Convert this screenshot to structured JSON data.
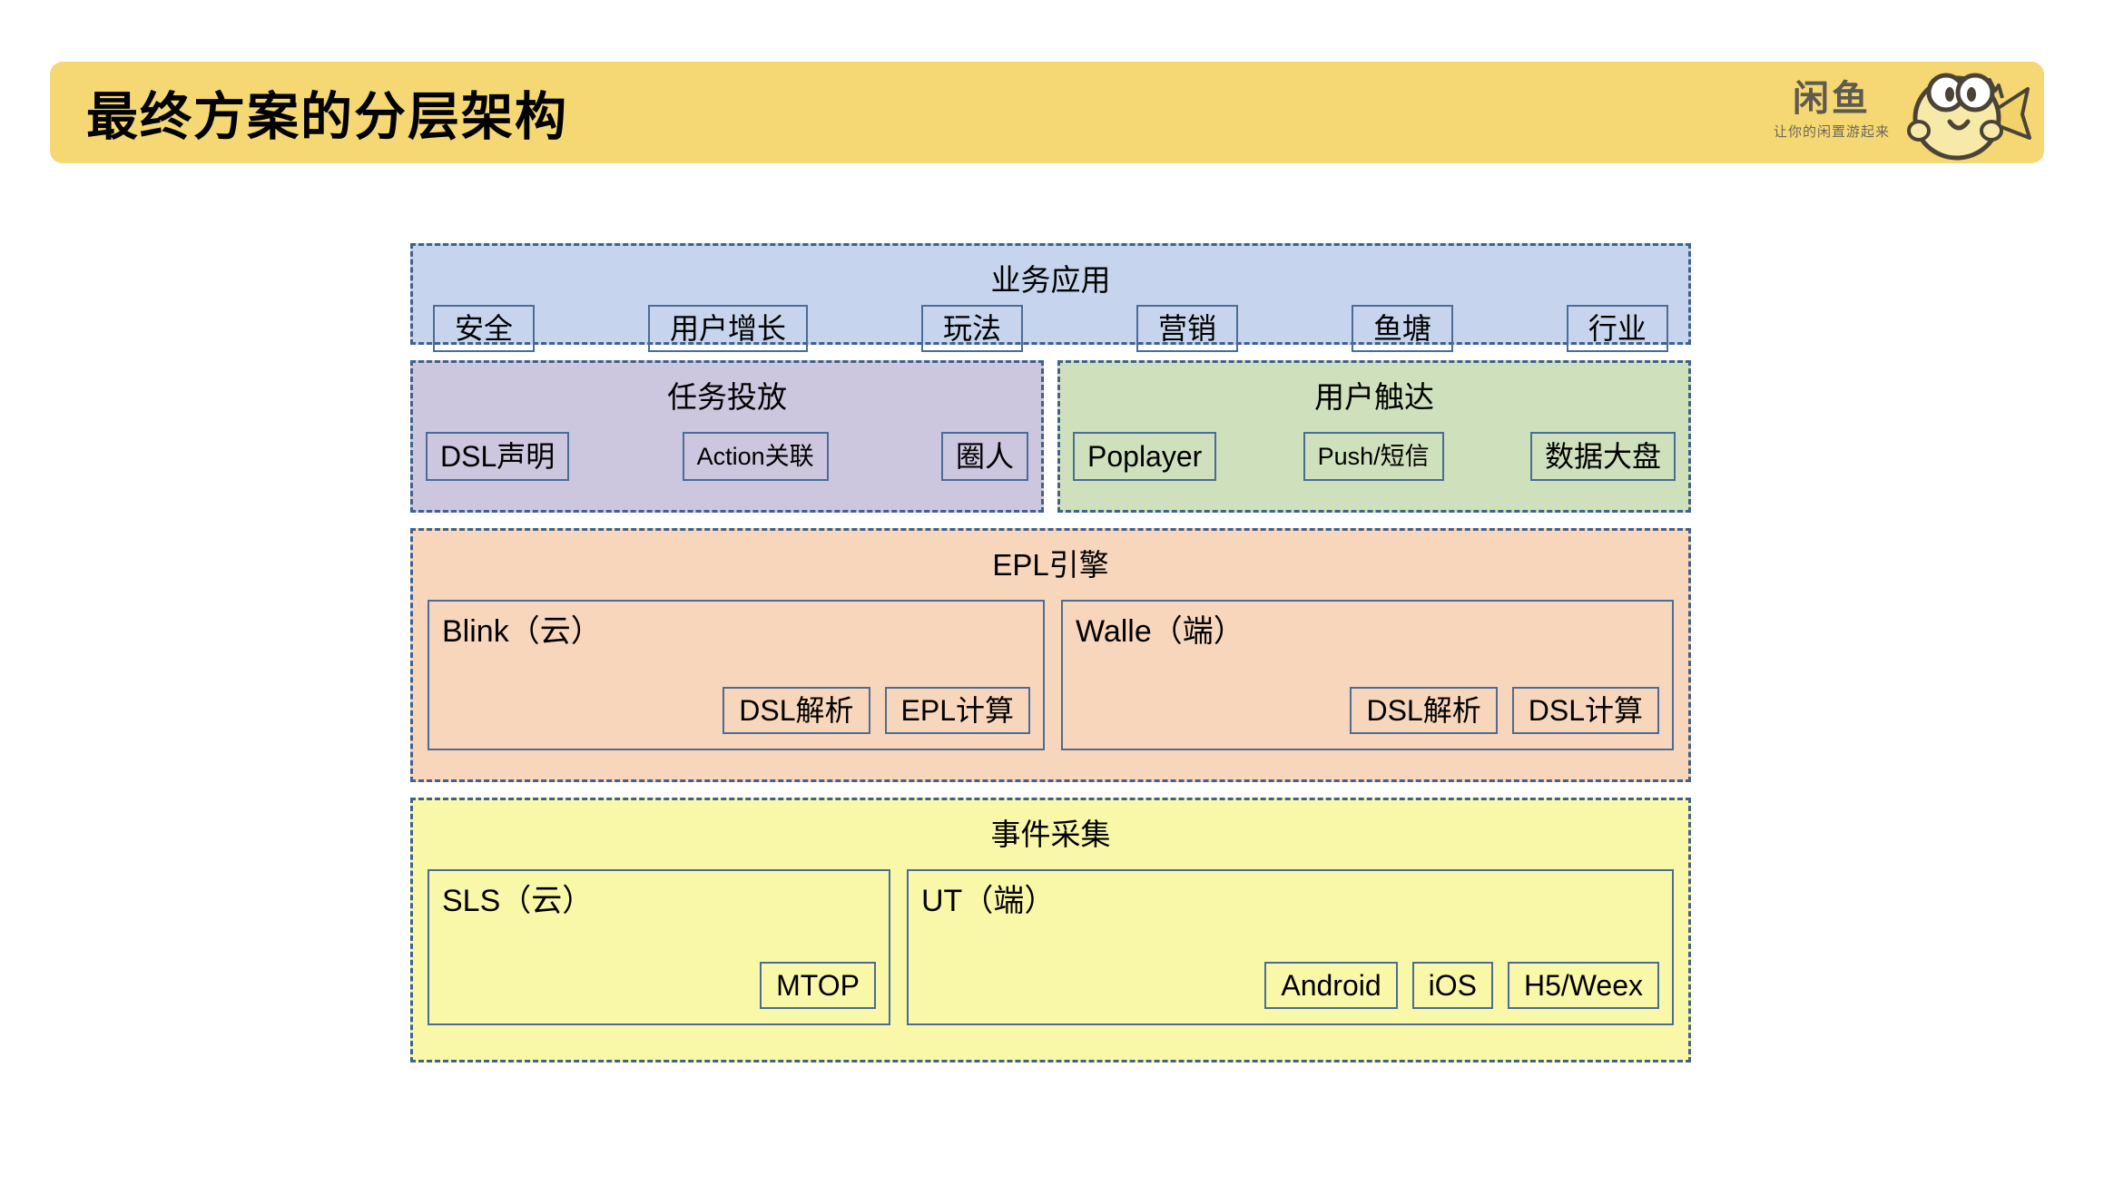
{
  "header": {
    "title": "最终方案的分层架构",
    "brand": {
      "name": "闲鱼",
      "tagline": "让你的闲置游起来",
      "mascot_icon": "fish-mascot-icon"
    },
    "banner_color": "#f5d873"
  },
  "diagram": {
    "type": "layered-architecture",
    "layers": [
      {
        "id": "business",
        "title": "业务应用",
        "fill": "#c6d5ed",
        "border": "#41618c",
        "chips": [
          "安全",
          "用户增长",
          "玩法",
          "营销",
          "鱼塘",
          "行业"
        ]
      },
      {
        "id": "task-delivery",
        "title": "任务投放",
        "fill": "#cdc6df",
        "border": "#41618c",
        "chips": [
          "DSL声明",
          "Action关联",
          "圈人"
        ]
      },
      {
        "id": "user-reach",
        "title": "用户触达",
        "fill": "#cfe0bc",
        "border": "#41618c",
        "chips": [
          "Poplayer",
          "Push/短信",
          "数据大盘"
        ]
      },
      {
        "id": "epl-engine",
        "title": "EPL引擎",
        "fill": "#f8d6bc",
        "border": "#41618c",
        "subgroups": [
          {
            "id": "blink",
            "title": "Blink（云）",
            "chips": [
              "DSL解析",
              "EPL计算"
            ]
          },
          {
            "id": "walle",
            "title": "Walle（端）",
            "chips": [
              "DSL解析",
              "DSL计算"
            ]
          }
        ]
      },
      {
        "id": "event-collect",
        "title": "事件采集",
        "fill": "#f9f8a9",
        "border": "#41618c",
        "subgroups": [
          {
            "id": "sls",
            "title": "SLS（云）",
            "chips": [
              "MTOP"
            ]
          },
          {
            "id": "ut",
            "title": "UT（端）",
            "chips": [
              "Android",
              "iOS",
              "H5/Weex"
            ]
          }
        ]
      }
    ]
  }
}
